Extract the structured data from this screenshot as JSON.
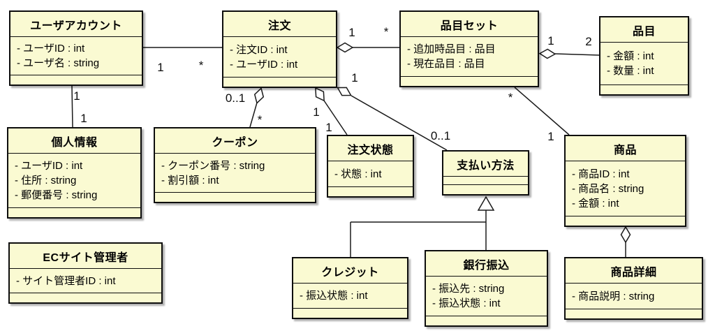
{
  "diagram": {
    "type": "uml-class-diagram",
    "colors": {
      "background": "#ffffff",
      "class_fill": "#FAFAD2",
      "class_border": "#0d0d0d",
      "edge_line": "#1a1a1a",
      "shadow": "rgba(0,0,0,0.30)"
    },
    "classes": [
      {
        "id": "user-account",
        "name": "ユーザアカウント",
        "attributes": [
          "- ユーザID : int",
          "- ユーザ名 : string"
        ]
      },
      {
        "id": "order",
        "name": "注文",
        "attributes": [
          "- 注文ID : int",
          "- ユーザID : int"
        ]
      },
      {
        "id": "item-set",
        "name": "品目セット",
        "attributes": [
          "- 追加時品目 : 品目",
          "- 現在品目 : 品目"
        ]
      },
      {
        "id": "item",
        "name": "品目",
        "attributes": [
          "- 金額 : int",
          "- 数量 : int"
        ]
      },
      {
        "id": "personal-info",
        "name": "個人情報",
        "attributes": [
          "- ユーザID : int",
          "- 住所 : string",
          "- 郵便番号 : string"
        ]
      },
      {
        "id": "coupon",
        "name": "クーポン",
        "attributes": [
          "- クーポン番号 : string",
          "- 割引額 : int"
        ]
      },
      {
        "id": "order-status",
        "name": "注文状態",
        "attributes": [
          "- 状態 : int"
        ]
      },
      {
        "id": "payment-method",
        "name": "支払い方法",
        "attributes": []
      },
      {
        "id": "product",
        "name": "商品",
        "attributes": [
          "- 商品ID : int",
          "- 商品名 : string",
          "- 金額 : int"
        ]
      },
      {
        "id": "ec-admin",
        "name": "ECサイト管理者",
        "attributes": [
          "- サイト管理者ID : int"
        ]
      },
      {
        "id": "credit",
        "name": "クレジット",
        "attributes": [
          "- 振込状態 : int"
        ]
      },
      {
        "id": "bank-transfer",
        "name": "銀行振込",
        "attributes": [
          "- 振込先 : string",
          "- 振込状態 : int"
        ]
      },
      {
        "id": "product-detail",
        "name": "商品詳細",
        "attributes": [
          "- 商品説明 : string"
        ]
      }
    ],
    "edges": [
      {
        "id": "user-account__order",
        "type": "association",
        "source": "ユーザアカウント",
        "target": "注文",
        "source_mult": "1",
        "target_mult": "*"
      },
      {
        "id": "user-account__personal-info",
        "type": "association",
        "source": "ユーザアカウント",
        "target": "個人情報",
        "source_mult": "1",
        "target_mult": "1"
      },
      {
        "id": "order__item-set",
        "type": "aggregation",
        "source": "注文",
        "target": "品目セット",
        "source_mult": "1",
        "target_mult": "*"
      },
      {
        "id": "item-set__item",
        "type": "aggregation",
        "source": "品目セット",
        "target": "品目",
        "source_mult": "1",
        "target_mult": "2"
      },
      {
        "id": "order__coupon",
        "type": "aggregation",
        "source": "注文",
        "target": "クーポン",
        "source_mult": "0..1",
        "target_mult": "*"
      },
      {
        "id": "order__order-status",
        "type": "aggregation",
        "source": "注文",
        "target": "注文状態",
        "source_mult": "1",
        "target_mult": "1"
      },
      {
        "id": "order__payment-method",
        "type": "aggregation",
        "source": "注文",
        "target": "支払い方法",
        "source_mult": "1",
        "target_mult": "0..1"
      },
      {
        "id": "item-set__product",
        "type": "association",
        "source": "品目セット",
        "target": "商品",
        "source_mult": "*",
        "target_mult": "1"
      },
      {
        "id": "payment-method__credit",
        "type": "generalization",
        "source": "クレジット",
        "target": "支払い方法"
      },
      {
        "id": "payment-method__bank-transfer",
        "type": "generalization",
        "source": "銀行振込",
        "target": "支払い方法"
      },
      {
        "id": "product__product-detail",
        "type": "aggregation",
        "source": "商品",
        "target": "商品詳細"
      }
    ]
  }
}
